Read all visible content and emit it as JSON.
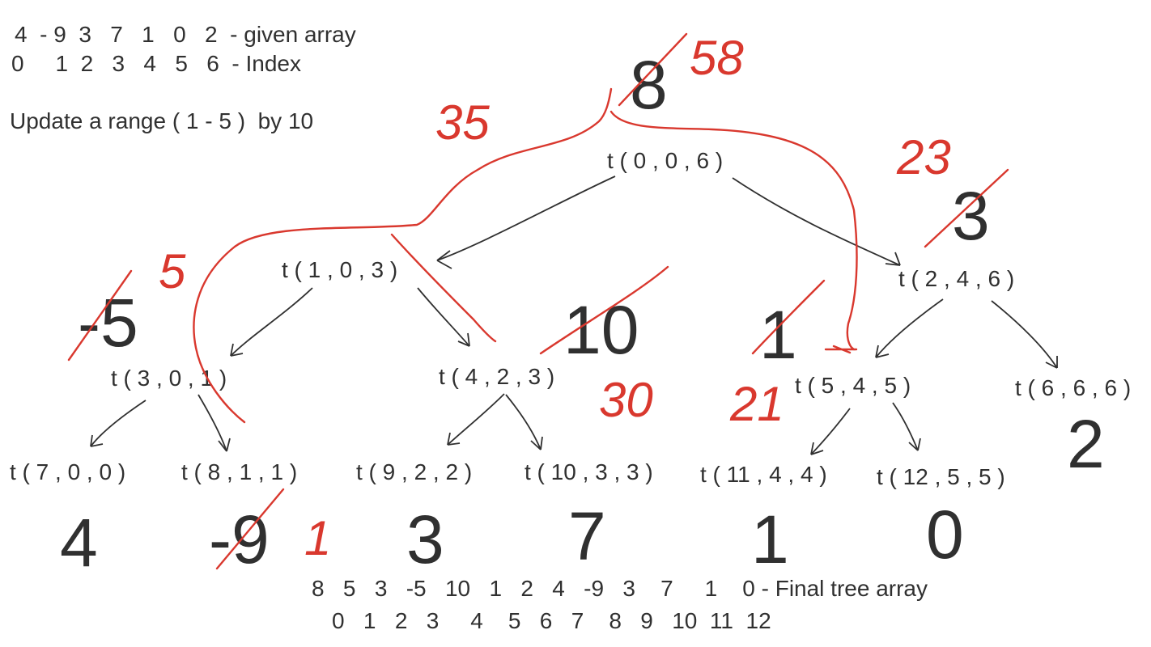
{
  "header": {
    "array_line": "4  - 9  3   7   1   0   2  - given array",
    "index_line": "0     1  2   3   4   5   6  - Index",
    "update_line": "Update a range ( 1 - 5 )  by 10"
  },
  "nodes": {
    "n0": "t ( 0 , 0 , 6 )",
    "n1": "t ( 1 , 0 , 3 )",
    "n2": "t ( 2 , 4 , 6 )",
    "n3": "t ( 3 , 0 , 1 )",
    "n4": "t ( 4 , 2 , 3 )",
    "n5": "t ( 5 , 4 , 5 )",
    "n6": "t ( 6 , 6 , 6 )",
    "n7": "t ( 7 , 0 , 0 )",
    "n8": "t ( 8 , 1 , 1 )",
    "n9": "t ( 9 , 2 , 2 )",
    "n10": "t ( 10 , 3 , 3 )",
    "n11": "t ( 11 , 4 , 4 )",
    "n12": "t ( 12 , 5 , 5 )"
  },
  "values": {
    "v0": "8",
    "v1": "-5",
    "v2": "3",
    "v4": "10",
    "v5": "1",
    "v6": "2",
    "v7": "4",
    "v8": "-9",
    "v9": "3",
    "v10": "7",
    "v11": "1",
    "v12": "0"
  },
  "handwritten": {
    "h0": "58",
    "h1": "35",
    "h2": "23",
    "h3": "5",
    "h4": "30",
    "h5": "21",
    "h8": "1"
  },
  "footer": {
    "tree_line": "8   5   3   -5   10   1   2   4   -9   3    7     1    0 - Final tree array",
    "index_line": "0   1   2   3     4    5   6   7    8   9   10  11  12"
  },
  "colors": {
    "text": "#303030",
    "annotation_red": "#d9382e"
  }
}
